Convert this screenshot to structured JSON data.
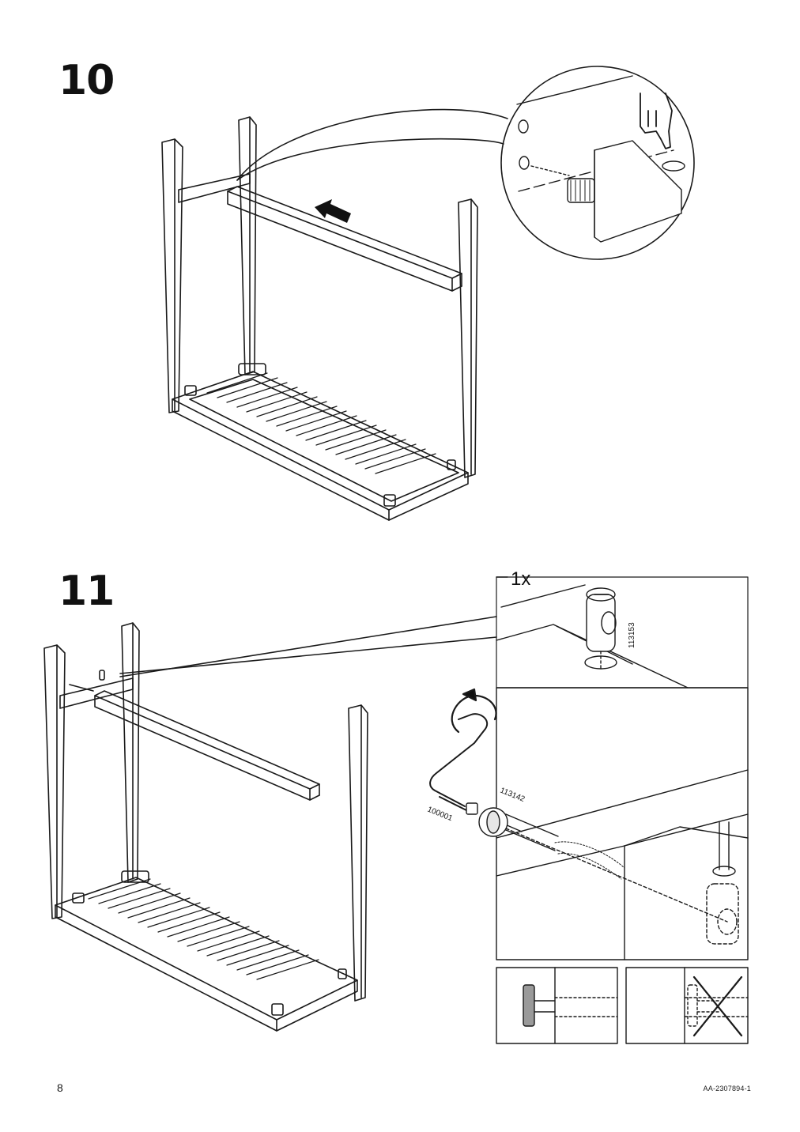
{
  "steps": [
    {
      "number": "10"
    },
    {
      "number": "11"
    }
  ],
  "parts": {
    "quantity": "1x",
    "cam_lock_id": "113153",
    "screw_id": "113142",
    "tool_id": "100001"
  },
  "footer": {
    "page_number": "8",
    "document_code": "AA-2307894-1"
  },
  "icons": [
    "arrow-left-icon",
    "hand-push-icon",
    "rotate-clockwise-icon",
    "wrong-cross-icon"
  ]
}
